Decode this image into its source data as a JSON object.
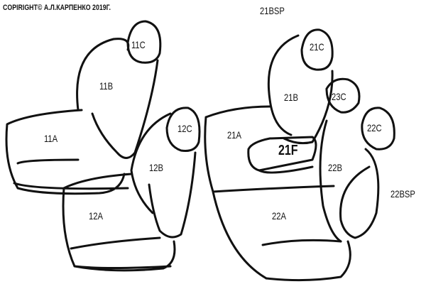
{
  "copyright": "COPIRIGHT© А.Л.КАРПЕНКО 2019Г.",
  "labels": {
    "l11C": "11C",
    "l11B": "11B",
    "l11A": "11A",
    "l12C": "12C",
    "l12B": "12B",
    "l12A": "12A",
    "l21BSP": "21BSP",
    "l21C": "21C",
    "l21B": "21B",
    "l21A": "21A",
    "l21F": "21F",
    "l23C": "23C",
    "l22C": "22C",
    "l22B": "22B",
    "l22A": "22A",
    "l22BSP": "22BSP"
  }
}
